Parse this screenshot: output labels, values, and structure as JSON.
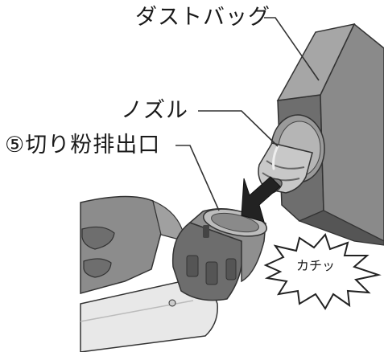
{
  "labels": {
    "dust_bag": "ダストバッグ",
    "nozzle": "ノズル",
    "outlet": "⑤切り粉排出口",
    "click_sound": "カチッ"
  },
  "colors": {
    "bag_front": "#8a8a8a",
    "bag_side": "#6e6e6e",
    "bag_top": "#a8a8a8",
    "nozzle_light": "#c8c8c8",
    "nozzle_dark": "#7a7a7a",
    "tool_body": "#8c8c8c",
    "tool_handle": "#e6e6e6",
    "arrow": "#222222",
    "text": "#1a1a1a"
  },
  "icons": [
    "insert-arrow-icon",
    "click-burst-icon"
  ]
}
